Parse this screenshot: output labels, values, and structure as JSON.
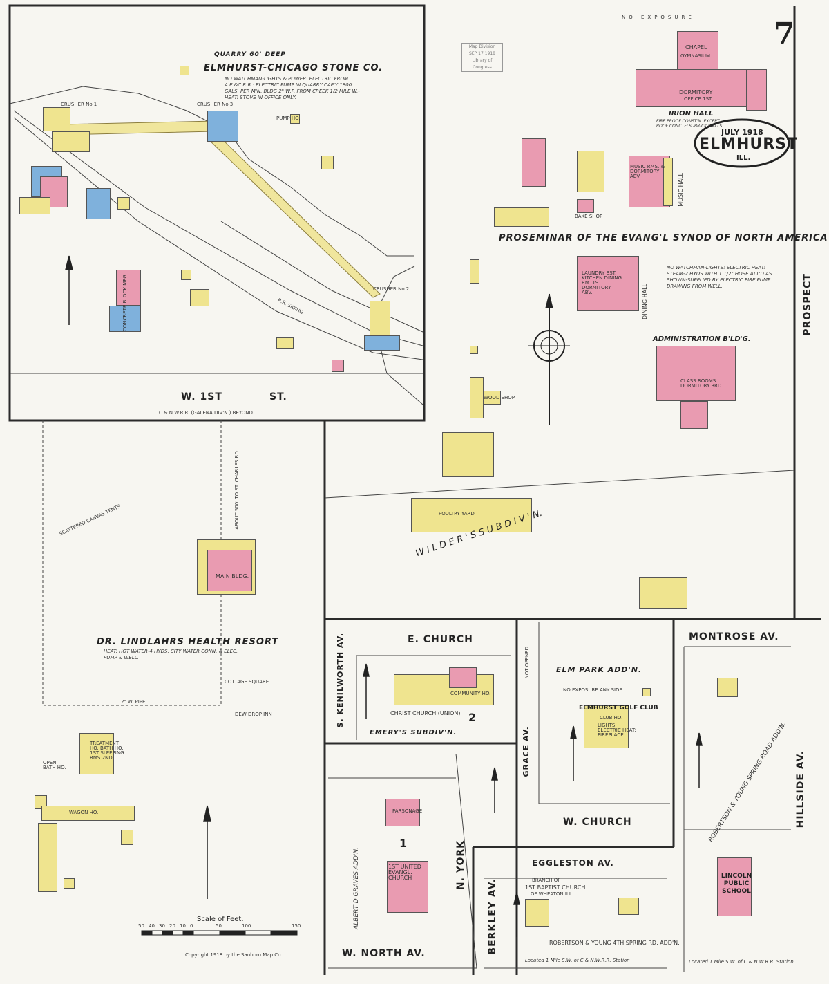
{
  "sheet": {
    "number": "7",
    "date": "JULY 1918",
    "city": "ELMHURST",
    "state": "ILL.",
    "stamp_l1": "Map Division",
    "stamp_l2": "SEP 17 1918",
    "stamp_l3": "Library of Congress",
    "copyright": "Copyright 1918 by the Sanborn Map Co."
  },
  "inset_quarry": {
    "quarry": "QUARRY 60' DEEP",
    "company": "ELMHURST-CHICAGO STONE CO.",
    "note": "NO WATCHMAN-LIGHTS & POWER: ELECTRIC FROM A.E.&C.R.R.: ELECTRIC PUMP IN QUARRY CAP'Y 1800 GALS. PER MIN. BLDG 2\" W.P. FROM CREEK 1/2 MILE W.-HEAT: STOVE IN OFFICE ONLY.",
    "crusher1": "CRUSHER No.1",
    "crusher3": "CRUSHER No.3",
    "crusher2": "CRUSHER No.2",
    "conc": "CONCRETE BLOCK MFG.",
    "siding": "R.R. SIDING",
    "street": "W. 1ST",
    "street2": "ST.",
    "railroad": "C.& N.W.R.R. (GALENA DIV'N.) BEYOND",
    "pump": "PUMP HO."
  },
  "seminary": {
    "exposure": "NO EXPOSURE",
    "chapel": "CHAPEL",
    "gym": "GYMNASIUM",
    "dorm": "DORMITORY",
    "office": "OFFICE 1ST",
    "irion": "IRION HALL",
    "fireproof": "FIRE PROOF CONST'N. EXCEPT ROOF CONC. FLS.-BRICK WALLS",
    "music_rms": "MUSIC RMS. & DORMITORY ABV.",
    "music_hall": "MUSIC HALL",
    "bake": "BAKE SHOP",
    "name": "PROSEMINAR OF THE EVANG'L SYNOD OF NORTH AMERICA",
    "note": "NO WATCHMAN-LIGHTS: ELECTRIC HEAT: STEAM-2 HYDS WITH 1 1/2\" HOSE ATT'D AS SHOWN-SUPPLIED BY ELECTRIC FIRE PUMP DRAWING FROM WELL.",
    "laundry": "LAUNDRY BST. KITCHEN DINING RM. 1ST DORMITORY ABV.",
    "dining": "DINING HALL",
    "admin": "ADMINISTRATION B'LD'G.",
    "class": "CLASS ROOMS DORMITORY 3RD",
    "poultry": "POULTRY YARD",
    "wood": "WOOD SHOP",
    "subdiv": "W I L D E R ' S    S U B D I V ' N."
  },
  "streets": {
    "prospect": "PROSPECT",
    "kenilworth": "S. KENILWORTH AV.",
    "e_church": "E. CHURCH",
    "grace": "GRACE AV.",
    "not_opened": "NOT OPENED",
    "w_church": "W. CHURCH",
    "montrose": "MONTROSE AV.",
    "hillside": "HILLSIDE AV.",
    "n_york": "N. YORK",
    "w_north": "W. NORTH AV.",
    "berkley": "BERKLEY AV.",
    "eggleston": "EGGLESTON AV."
  },
  "resort": {
    "name": "DR. LINDLAHRS HEALTH RESORT",
    "note": "HEAT: HOT WATER-4 HYDS. CITY WATER CONN. & ELEC. PUMP & WELL.",
    "main": "MAIN BLDG.",
    "tents": "SCATTERED CANVAS TENTS",
    "pipe": "2\" W. PIPE",
    "cottage": "COTTAGE SQUARE",
    "dewdrop": "DEW DROP INN",
    "treat": "TREATMENT HO. BATH HO. 1ST SLEEPING RMS 2ND",
    "open_bath": "OPEN BATH HO.",
    "wagon": "WAGON HO.",
    "about": "ABOUT 500' TO ST. CHARLES RD."
  },
  "church_block": {
    "church": "CHRIST CHURCH (UNION)",
    "block": "2",
    "community": "COMMUNITY HO.",
    "subdiv": "EMERY'S SUBDIV'N."
  },
  "elm_park": {
    "add": "ELM PARK ADD'N.",
    "exposure": "NO EXPOSURE ANY SIDE",
    "golf": "ELMHURST GOLF CLUB",
    "club": "CLUB HO.",
    "note": "LIGHTS: ELECTRIC HEAT: FIREPLACE"
  },
  "lincoln": {
    "add": "ROBERTSON & YOUNG SPRING ROAD ADD'N.",
    "school": "LINCOLN PUBLIC SCHOOL",
    "loc": "Located 1 Mile S.W. of C.& N.W.R.R. Station"
  },
  "graves": {
    "add": "ALBERT D GRAVES ADD'N.",
    "block": "1",
    "church": "1ST UNITED EVANGL. CHURCH",
    "parsonage": "PARSONAGE"
  },
  "baptist": {
    "church": "1ST BAPTIST CHURCH",
    "branch": "BRANCH OF",
    "of": "OF WHEATON ILL.",
    "add": "ROBERTSON & YOUNG 4TH SPRING RD. ADD'N.",
    "loc": "Located 1 Mile S.W. of C.& N.W.R.R. Station"
  },
  "scale": {
    "label": "Scale of Feet.",
    "ticks": [
      "50",
      "40",
      "30",
      "20",
      "10",
      "0",
      "50",
      "100",
      "150"
    ]
  },
  "colors": {
    "frame": "#efe48f",
    "brick": "#e99bb1",
    "stone": "#7fb1dc",
    "paper": "#f7f6f1"
  }
}
